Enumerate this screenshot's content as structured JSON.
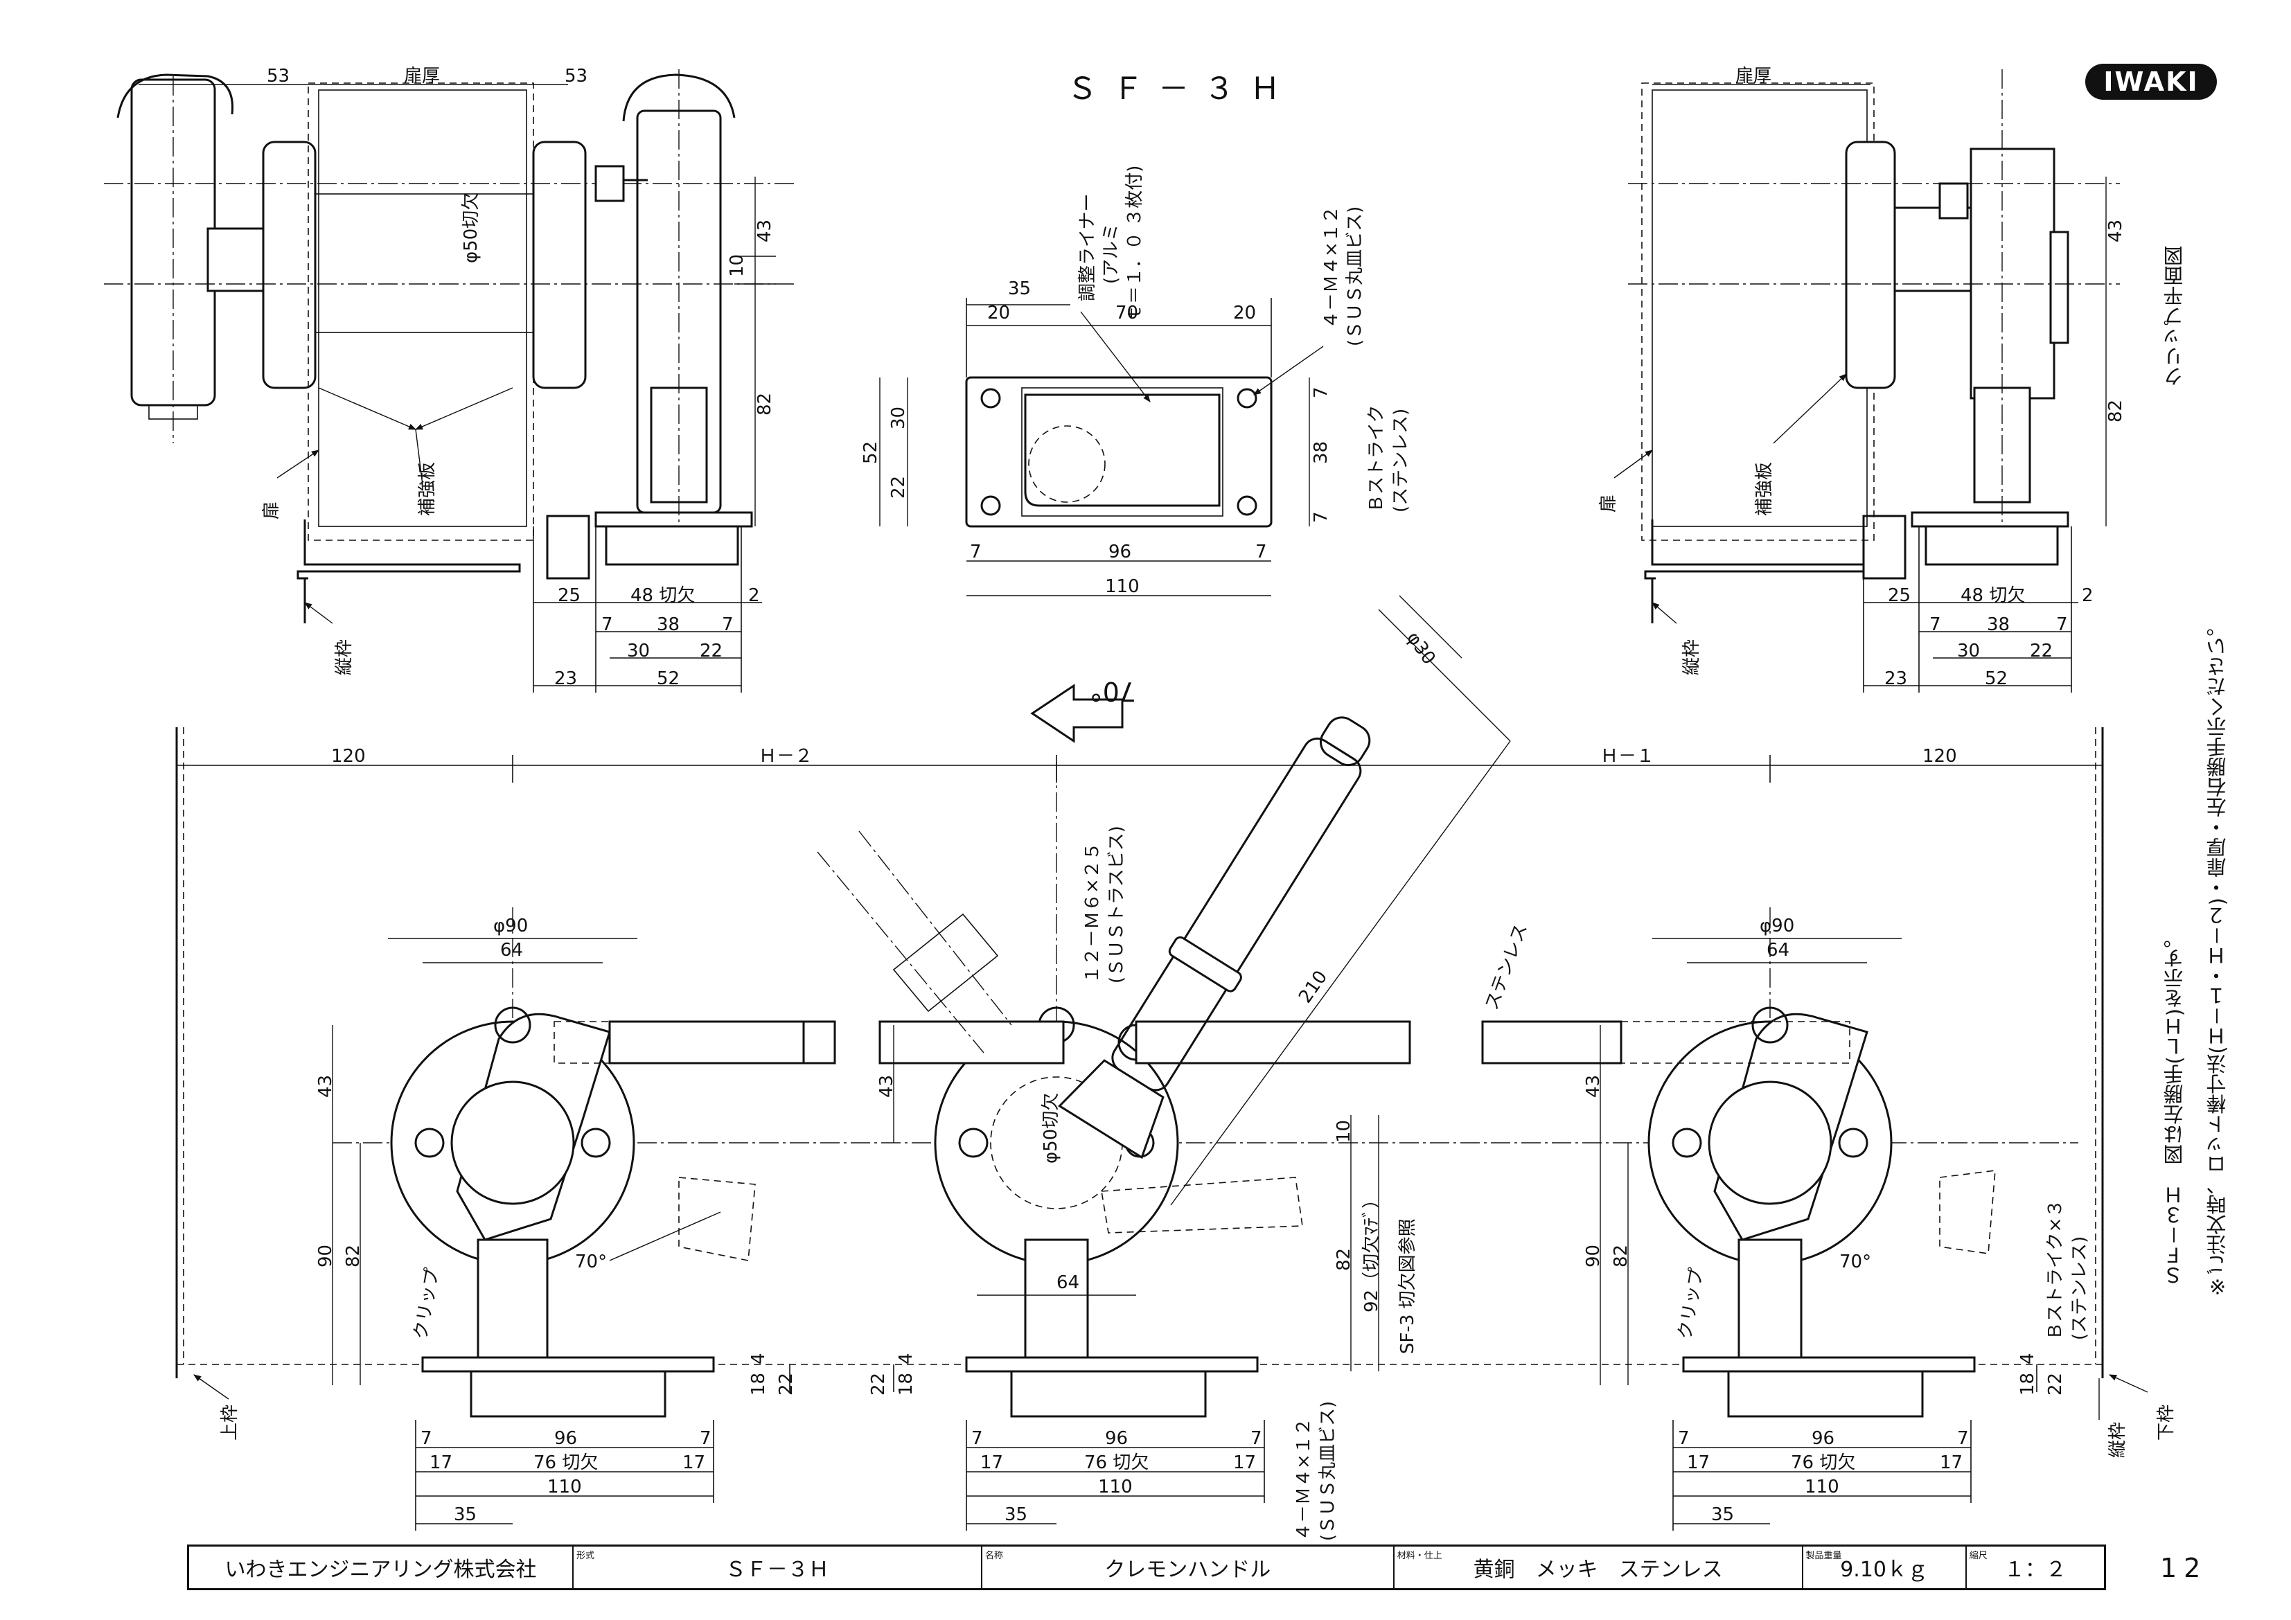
{
  "document": {
    "title": "ＳＦ－３Ｈ",
    "logo": "IWAKI",
    "page_number": "12"
  },
  "title_block": {
    "company": "いわきエンジニアリング株式会社",
    "model_caption": "形式",
    "model": "ＳＦ－３Ｈ",
    "name_caption": "名称",
    "name": "クレモンハンドル",
    "material_caption": "材料・仕上",
    "material": "黄銅　メッキ　ステンレス",
    "weight_caption": "製品重量",
    "weight": "9.10ｋｇ",
    "scale_caption": "縮尺",
    "scale": "１：２"
  },
  "notes": {
    "note1": "ＳＦ－３Ｈ　図は左勝手(ＬＨ)を示す。",
    "note2": "※ご注文時、ロット棒寸法(Ｈ－１・Ｈ－２)・扉厚・左右勝手示ください。",
    "clip_plan": "クリップ平面図"
  },
  "top_left_view": {
    "dim_53_left": "53",
    "door_thickness": "扉厚",
    "dim_53_right": "53",
    "cutout_phi50": "φ50切欠",
    "dim_43": "43",
    "dim_10": "10",
    "dim_82": "82",
    "door": "扉",
    "reinforcement": "補強板",
    "vertical_frame": "縦枠",
    "dim_25": "25",
    "cut_48": "48 切欠",
    "dim_2": "2",
    "dim_7a": "7",
    "dim_38": "38",
    "dim_7b": "7",
    "dim_30": "30",
    "dim_22": "22",
    "dim_23": "23",
    "dim_52": "52"
  },
  "top_right_view": {
    "door_thickness": "扉厚",
    "dim_43": "43",
    "dim_82": "82",
    "door": "扉",
    "reinforcement": "補強板",
    "vertical_frame": "縦枠",
    "dim_25": "25",
    "cut_48": "48 切欠",
    "dim_2": "2",
    "dim_7a": "7",
    "dim_38": "38",
    "dim_7b": "7",
    "dim_30": "30",
    "dim_22": "22",
    "dim_23": "23",
    "dim_52": "52"
  },
  "strike_view": {
    "liner": "調整ライナー",
    "liner_material": "(アルミ",
    "liner_spec": "ｔ＝１．０ ３枚付)",
    "screw": "４－Ｍ４×１２",
    "screw_type": "(ＳＵＳ丸皿ビス)",
    "dim_35": "35",
    "dim_20a": "20",
    "dim_70": "70",
    "dim_20b": "20",
    "dim_52": "52",
    "dim_30": "30",
    "dim_22": "22",
    "dim_7a": "7",
    "dim_38": "38",
    "dim_7b": "7",
    "dim_7c": "7",
    "dim_96": "96",
    "dim_7d": "7",
    "dim_110": "110",
    "strike_name": "Ｂストライク",
    "strike_material": "(ステンレス)"
  },
  "front_view": {
    "angle_70": "70°",
    "dim_120_left": "120",
    "h2": "Ｈ－２",
    "h1": "Ｈ－１",
    "dim_120_right": "120",
    "phi30": "φ30",
    "dim_210": "210",
    "screw_m6": "１２－Ｍ６×２５",
    "screw_m6_type": "(ＳＵＳトラスビス)",
    "stainless": "ステンレス",
    "phi90_left": "φ90",
    "dim_64_left": "64",
    "phi90_right": "φ90",
    "dim_64_right": "64",
    "dim_43_left": "43",
    "dim_90_left": "90",
    "dim_82_left": "82",
    "clip_left": "クリップ",
    "angle_left": "70°",
    "dim_43_center": "43",
    "cutout_center": "φ50切欠",
    "dim_10_center": "10",
    "dim_64_center": "64",
    "dim_82_center": "82",
    "cutout_92": "92（切欠ﾏﾃﾞ）",
    "cutout_ref": "SF-3 切欠図参照",
    "dim_43_right": "43",
    "dim_90_right": "90",
    "dim_82_right": "82",
    "clip_right": "クリップ",
    "angle_right": "70°",
    "strike_x3": "Ｂストライク×３",
    "strike_x3_material": "(ステンレス)",
    "top_frame": "上枠",
    "bottom_frame": "下枠",
    "vertical_frame": "縦枠",
    "dim_18_left": "18",
    "dim_4_left": "4",
    "dim_22_left": "22",
    "dim_22_center": "22",
    "dim_18_center": "18",
    "dim_4_center": "4",
    "dim_18_right": "18",
    "dim_4_right": "4",
    "dim_22_right": "22",
    "screw_m4": "４－Ｍ４×１２",
    "screw_m4_type": "(ＳＵＳ丸皿ビス)",
    "bottom_dims_left": {
      "d7a": "7",
      "d96": "96",
      "d7b": "7",
      "d17a": "17",
      "cut76": "76 切欠",
      "d17b": "17",
      "d110": "110",
      "d35": "35"
    },
    "bottom_dims_center": {
      "d7a": "7",
      "d96": "96",
      "d7b": "7",
      "d17a": "17",
      "cut76": "76 切欠",
      "d17b": "17",
      "d110": "110",
      "d35": "35"
    },
    "bottom_dims_right": {
      "d7a": "7",
      "d96": "96",
      "d7b": "7",
      "d17a": "17",
      "cut76": "76 切欠",
      "d17b": "17",
      "d110": "110",
      "d35": "35"
    }
  }
}
